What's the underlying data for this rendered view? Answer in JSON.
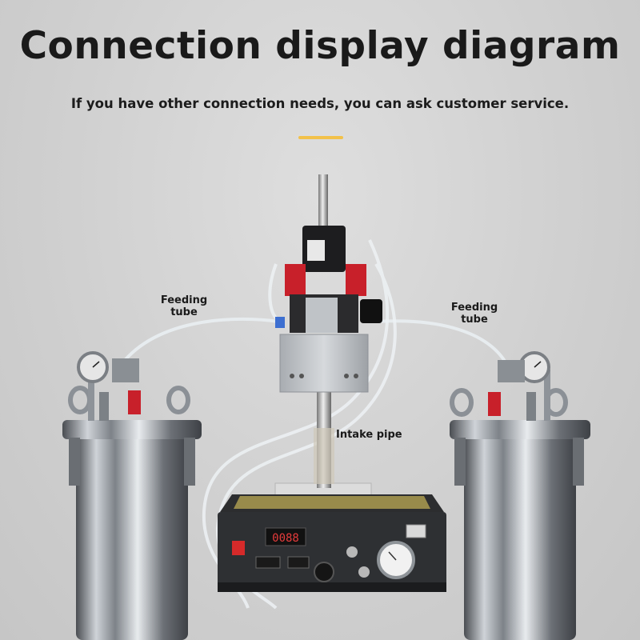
{
  "header": {
    "title": "Connection display diagram",
    "subtitle": "If you have other connection needs, you can ask customer service."
  },
  "labels": {
    "feeding_tube_left": "Feeding\ntube",
    "feeding_tube_right": "Feeding\ntube",
    "intake_pipe": "Intake pipe"
  },
  "controller": {
    "display_value": "0088"
  },
  "colors": {
    "accent": "#f2c14a",
    "background": "#d2d2d2",
    "steel": "#9aa0a6",
    "valve_red": "#c8202a"
  },
  "icons": [
    "pressure-gauge-icon",
    "valve-icon",
    "power-switch-icon"
  ]
}
